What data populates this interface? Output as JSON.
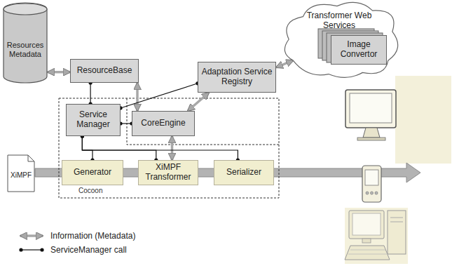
{
  "diagram": {
    "nodes": [
      {
        "text": [
          "Resources Metadata"
        ]
      },
      {
        "text": [
          "ResourceBase"
        ]
      },
      {
        "text": [
          "Transformer Web Services"
        ]
      },
      {
        "text": [
          "Image Convertor"
        ],
        "in": 2
      },
      {
        "text": [
          "Adaptation Service Registry"
        ]
      },
      {
        "text": [
          "Service Manager"
        ]
      },
      {
        "text": [
          "CoreEngine"
        ]
      },
      {
        "text": [
          "XiMPF"
        ]
      },
      {
        "text": [
          "Generator"
        ]
      },
      {
        "text": [
          "XiMPF Transformer"
        ]
      },
      {
        "text": [
          "Serializer"
        ]
      }
    ],
    "edges": [
      {
        "from": 0,
        "to": 1,
        "arrow": "both"
      },
      {
        "from": 1,
        "to": 6,
        "arrow": "both"
      },
      {
        "from": 4,
        "to": 2,
        "arrow": "both"
      },
      {
        "from": 6,
        "to": 4,
        "arrow": "both"
      },
      {
        "from": 6,
        "to": 9,
        "arrow": "both"
      },
      {
        "from": 5,
        "to": 1,
        "arrow": "none"
      },
      {
        "from": 5,
        "to": 4,
        "arrow": "none"
      },
      {
        "from": 5,
        "to": 6,
        "arrow": "none"
      },
      {
        "from": 5,
        "to": 8,
        "arrow": "none"
      },
      {
        "from": 5,
        "to": 9,
        "arrow": "none"
      },
      {
        "from": 5,
        "to": 10,
        "arrow": "none"
      }
    ],
    "labels": [
      "Cocoon"
    ],
    "legend": [
      {
        "text": "Information (Metadata)"
      },
      {
        "text": "ServiceManager call"
      }
    ]
  }
}
